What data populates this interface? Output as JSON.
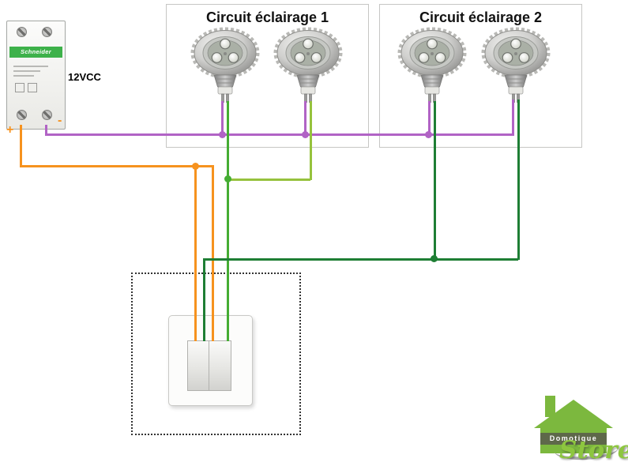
{
  "diagram": {
    "psu": {
      "brand": "Schneider",
      "voltage": "12VCC",
      "plus": "+",
      "minus": "-"
    },
    "circuits": [
      {
        "title": "Circuit éclairage 1"
      },
      {
        "title": "Circuit éclairage 2"
      }
    ],
    "wire_colors": {
      "supply_plus_orange": "#F6921E",
      "supply_minus_purple": "#B163C5",
      "circuit1_switched_green_solid": "#45AD33",
      "circuit1_switched_green_dashed": "#96C23D",
      "circuit2_switched_green": "#1E7E34"
    },
    "logo": {
      "brand": "Domotique",
      "store": "Store"
    }
  }
}
